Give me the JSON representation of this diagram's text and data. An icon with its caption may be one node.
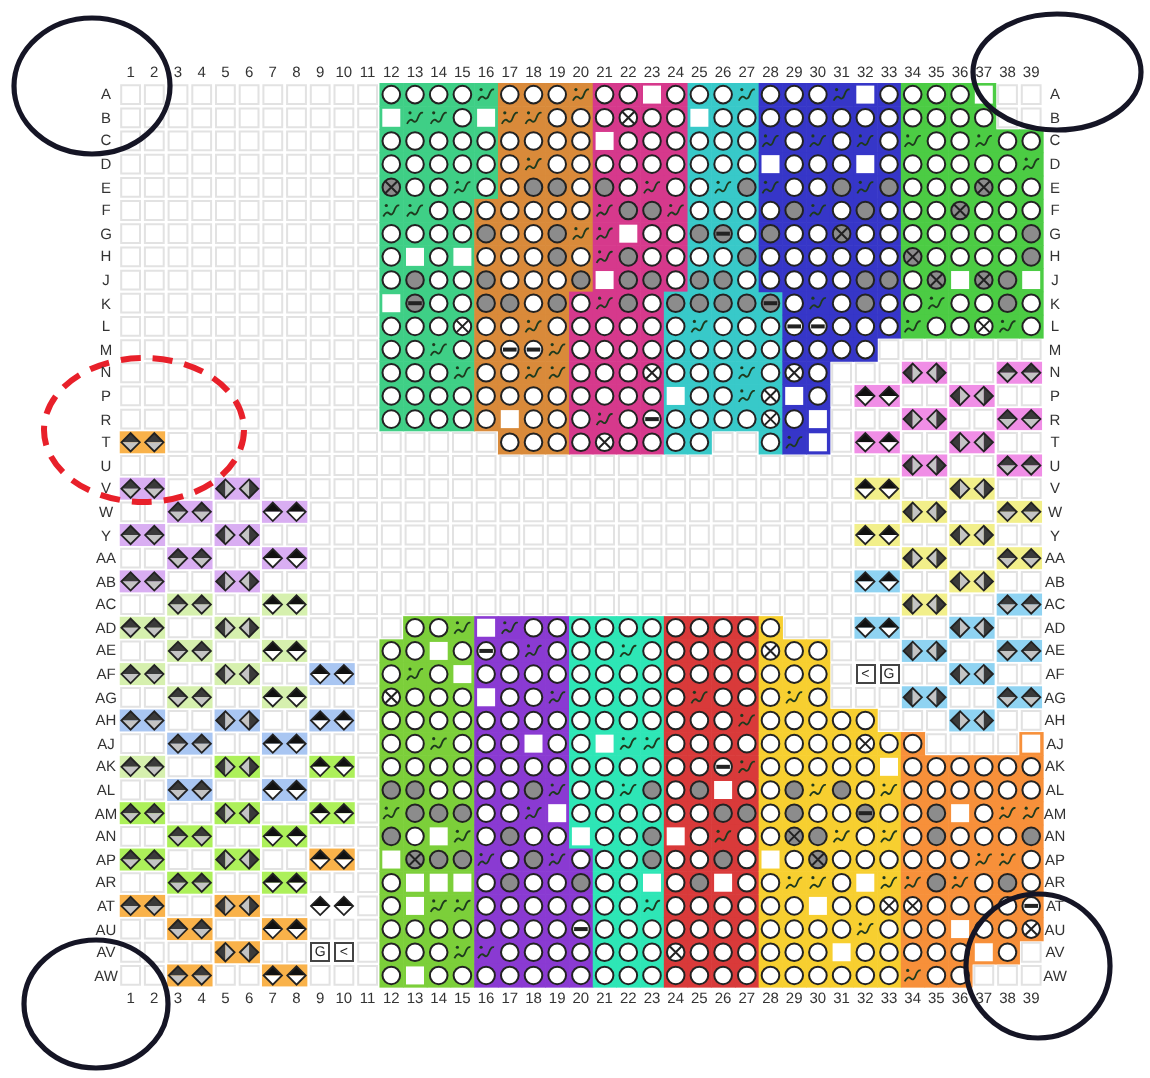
{
  "diagram": {
    "labels": [
      "1",
      "2",
      "3",
      "4",
      "5",
      "6",
      "7",
      "8",
      "9",
      "10",
      "11",
      "12",
      "13",
      "14",
      "15",
      "16",
      "17",
      "18",
      "19",
      "20",
      "21",
      "22",
      "23",
      "24",
      "25",
      "26",
      "27",
      "28",
      "29",
      "30",
      "31",
      "32",
      "33",
      "34",
      "35",
      "36",
      "37",
      "38",
      "39",
      "A",
      "A",
      "B",
      "B",
      "C",
      "C",
      "D",
      "D",
      "E",
      "E",
      "F",
      "F",
      "G",
      "G",
      "H",
      "H",
      "J",
      "J",
      "K",
      "K",
      "L",
      "L",
      "M",
      "M",
      "N",
      "N",
      "P",
      "P",
      "R",
      "R",
      "T",
      "T",
      "U",
      "U",
      "V",
      "V",
      "W",
      "W",
      "Y",
      "Y",
      "AA",
      "AA",
      "AB",
      "AB",
      "AC",
      "AC",
      "AD",
      "AD",
      "AE",
      "AE",
      "AF",
      "<",
      "G",
      "AF",
      "AG",
      "AG",
      "AH",
      "AH",
      "AJ",
      "AJ",
      "AK",
      "AK",
      "AL",
      "AL",
      "AM",
      "AM",
      "AN",
      "AN",
      "AP",
      "AP",
      "AR",
      "AR",
      "AT",
      "AT",
      "AU",
      "AU",
      "AV",
      "G",
      "<",
      "AV",
      "AW",
      "AW",
      "1",
      "2",
      "3",
      "4",
      "5",
      "6",
      "7",
      "8",
      "9",
      "10",
      "11",
      "12",
      "13",
      "14",
      "15",
      "16",
      "17",
      "18",
      "19",
      "20",
      "21",
      "22",
      "23",
      "24",
      "25",
      "26",
      "27",
      "28",
      "29",
      "30",
      "31",
      "32",
      "33",
      "34",
      "35",
      "36",
      "37",
      "38",
      "39"
    ]
  }
}
